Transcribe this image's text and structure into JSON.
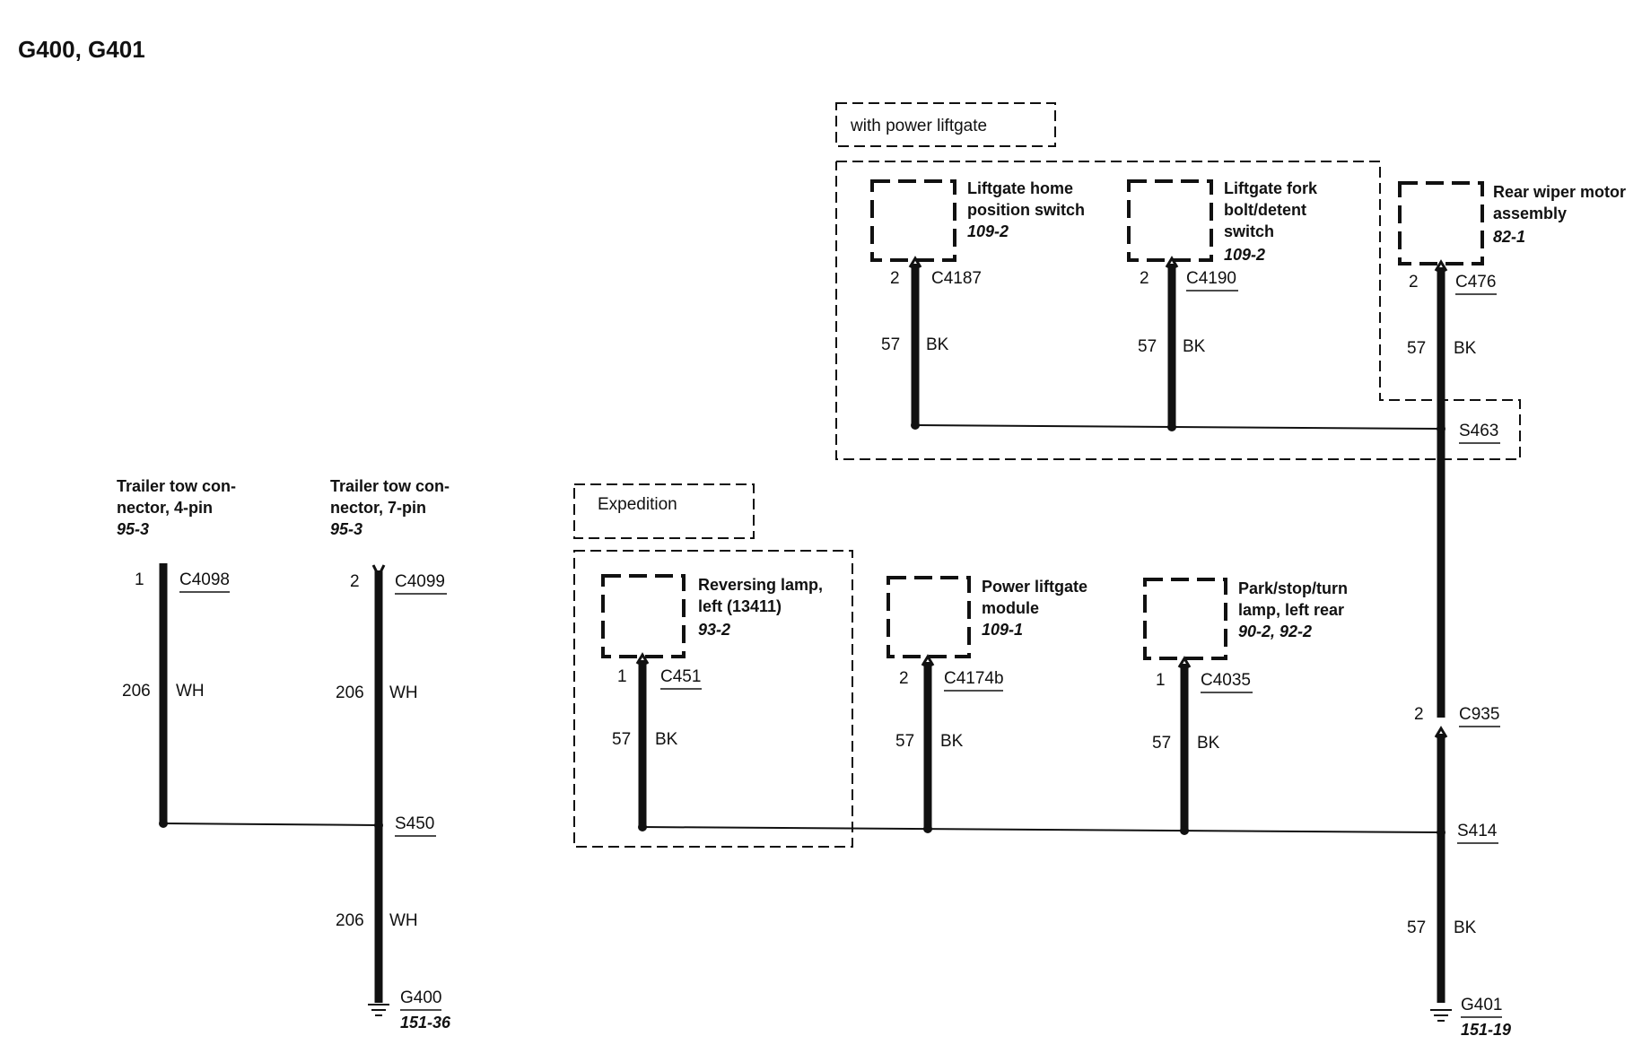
{
  "title": "G400, G401",
  "regions": {
    "power_liftgate": "with power liftgate",
    "expedition": "Expedition"
  },
  "components": {
    "trailer4": {
      "line1": "Trailer tow con-",
      "line2": "nector, 4-pin",
      "ref": "95-3"
    },
    "trailer7": {
      "line1": "Trailer tow con-",
      "line2": "nector, 7-pin",
      "ref": "95-3"
    },
    "home_switch": {
      "line1": "Liftgate home",
      "line2": "position switch",
      "ref": "109-2"
    },
    "fork_switch": {
      "line1": "Liftgate fork",
      "line2": "bolt/detent",
      "line3": "switch",
      "ref": "109-2"
    },
    "wiper": {
      "line1": "Rear wiper motor",
      "line2": "assembly",
      "ref": "82-1"
    },
    "reversing": {
      "line1": "Reversing lamp,",
      "line2": "left (13411)",
      "ref": "93-2"
    },
    "liftgate_module": {
      "line1": "Power liftgate",
      "line2": "module",
      "ref": "109-1"
    },
    "park_lamp": {
      "line1": "Park/stop/turn",
      "line2": "lamp, left rear",
      "ref": "90-2, 92-2"
    }
  },
  "connectors": {
    "c4098": {
      "pin": "1",
      "id": "C4098"
    },
    "c4099": {
      "pin": "2",
      "id": "C4099"
    },
    "c4187": {
      "pin": "2",
      "id": "C4187"
    },
    "c4190": {
      "pin": "2",
      "id": "C4190"
    },
    "c476": {
      "pin": "2",
      "id": "C476"
    },
    "c451": {
      "pin": "1",
      "id": "C451"
    },
    "c4174b": {
      "pin": "2",
      "id": "C4174b"
    },
    "c4035": {
      "pin": "1",
      "id": "C4035"
    },
    "c935": {
      "pin": "2",
      "id": "C935"
    }
  },
  "wires": {
    "w206a": {
      "circuit": "206",
      "color": "WH"
    },
    "w206b": {
      "circuit": "206",
      "color": "WH"
    },
    "w206c": {
      "circuit": "206",
      "color": "WH"
    },
    "w57_home": {
      "circuit": "57",
      "color": "BK"
    },
    "w57_fork": {
      "circuit": "57",
      "color": "BK"
    },
    "w57_wiper": {
      "circuit": "57",
      "color": "BK"
    },
    "w57_rev": {
      "circuit": "57",
      "color": "BK"
    },
    "w57_module": {
      "circuit": "57",
      "color": "BK"
    },
    "w57_park": {
      "circuit": "57",
      "color": "BK"
    },
    "w57_g401": {
      "circuit": "57",
      "color": "BK"
    }
  },
  "splices": {
    "s450": "S450",
    "s463": "S463",
    "s414": "S414"
  },
  "grounds": {
    "g400": {
      "id": "G400",
      "ref": "151-36"
    },
    "g401": {
      "id": "G401",
      "ref": "151-19"
    }
  }
}
